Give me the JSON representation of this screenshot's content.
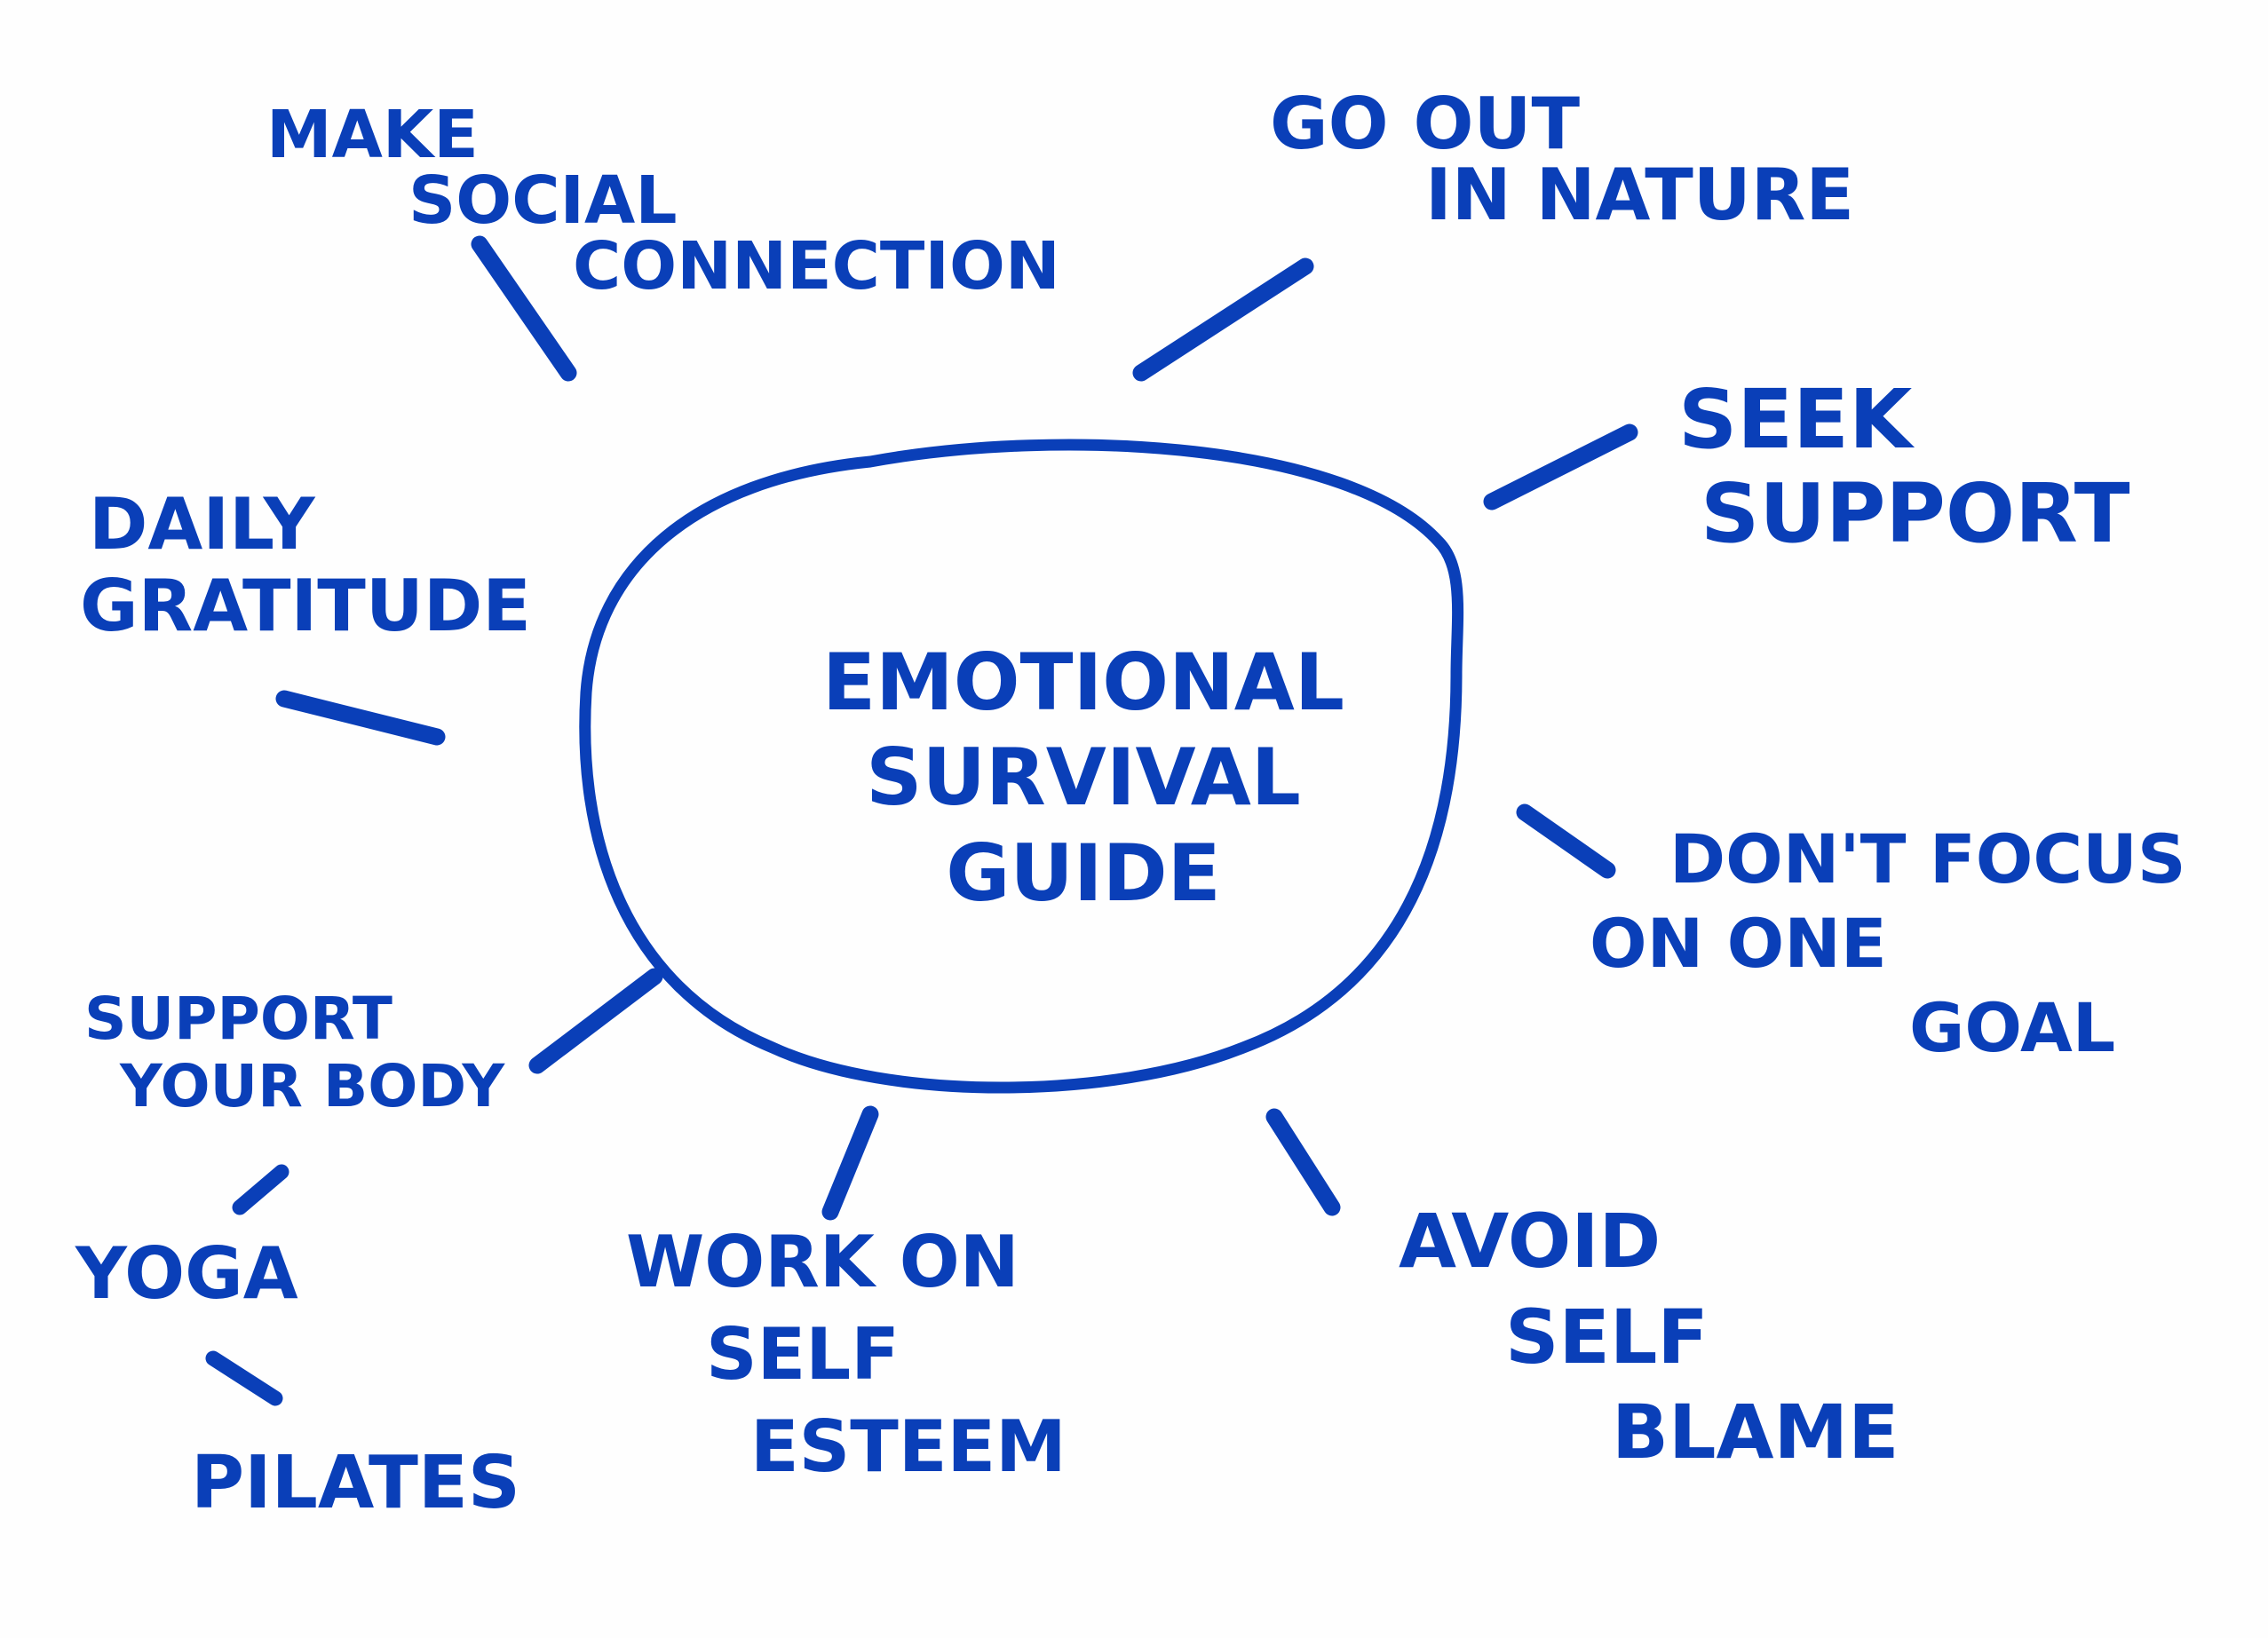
{
  "ink_color": "#0a3fb8",
  "center": {
    "lines": [
      "Emotional",
      "Survival",
      "Guide"
    ]
  },
  "branches": {
    "social": {
      "lines": [
        "Make",
        "Social",
        "Connection"
      ]
    },
    "nature": {
      "lines": [
        "Go out",
        "in Nature"
      ]
    },
    "support": {
      "lines": [
        "Seek",
        "Support"
      ]
    },
    "gratitude": {
      "lines": [
        "Daily",
        "Gratitude"
      ]
    },
    "focus": {
      "lines": [
        "Don't focus",
        "on one",
        "goal"
      ]
    },
    "body": {
      "lines": [
        "Support",
        "your body"
      ]
    },
    "yoga": {
      "text": "Yoga"
    },
    "pilates": {
      "text": "Pilates"
    },
    "esteem": {
      "lines": [
        "Work on",
        "Self",
        "Esteem"
      ]
    },
    "blame": {
      "lines": [
        "Avoid",
        "Self",
        "Blame"
      ]
    }
  }
}
